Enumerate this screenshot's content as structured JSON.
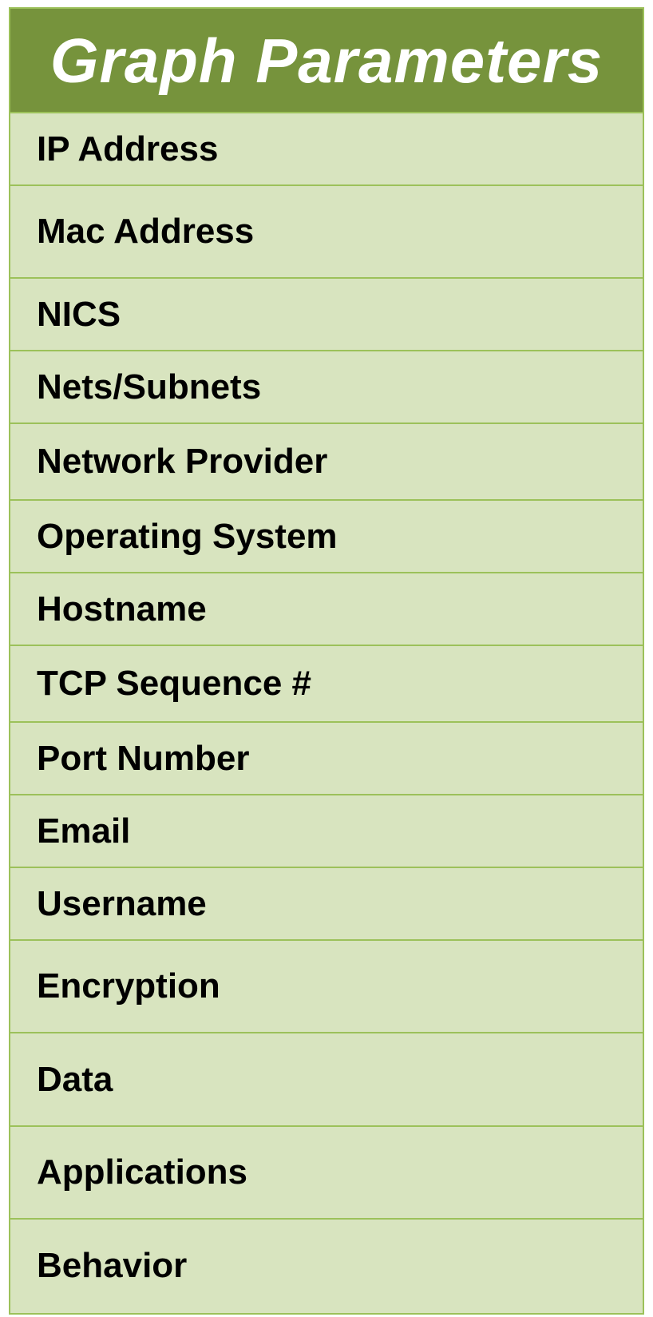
{
  "table": {
    "title": "Graph Parameters",
    "rows": [
      "IP Address",
      "Mac Address",
      "NICS",
      "Nets/Subnets",
      "Network Provider",
      "Operating System",
      "Hostname",
      "TCP Sequence #",
      "Port Number",
      "Email",
      "Username",
      "Encryption",
      "Data",
      "Applications",
      "Behavior"
    ]
  },
  "colors": {
    "header_background": "#76933c",
    "row_background": "#d8e4bf",
    "border": "#9cc15a",
    "header_text": "#ffffff",
    "row_text": "#000000"
  }
}
